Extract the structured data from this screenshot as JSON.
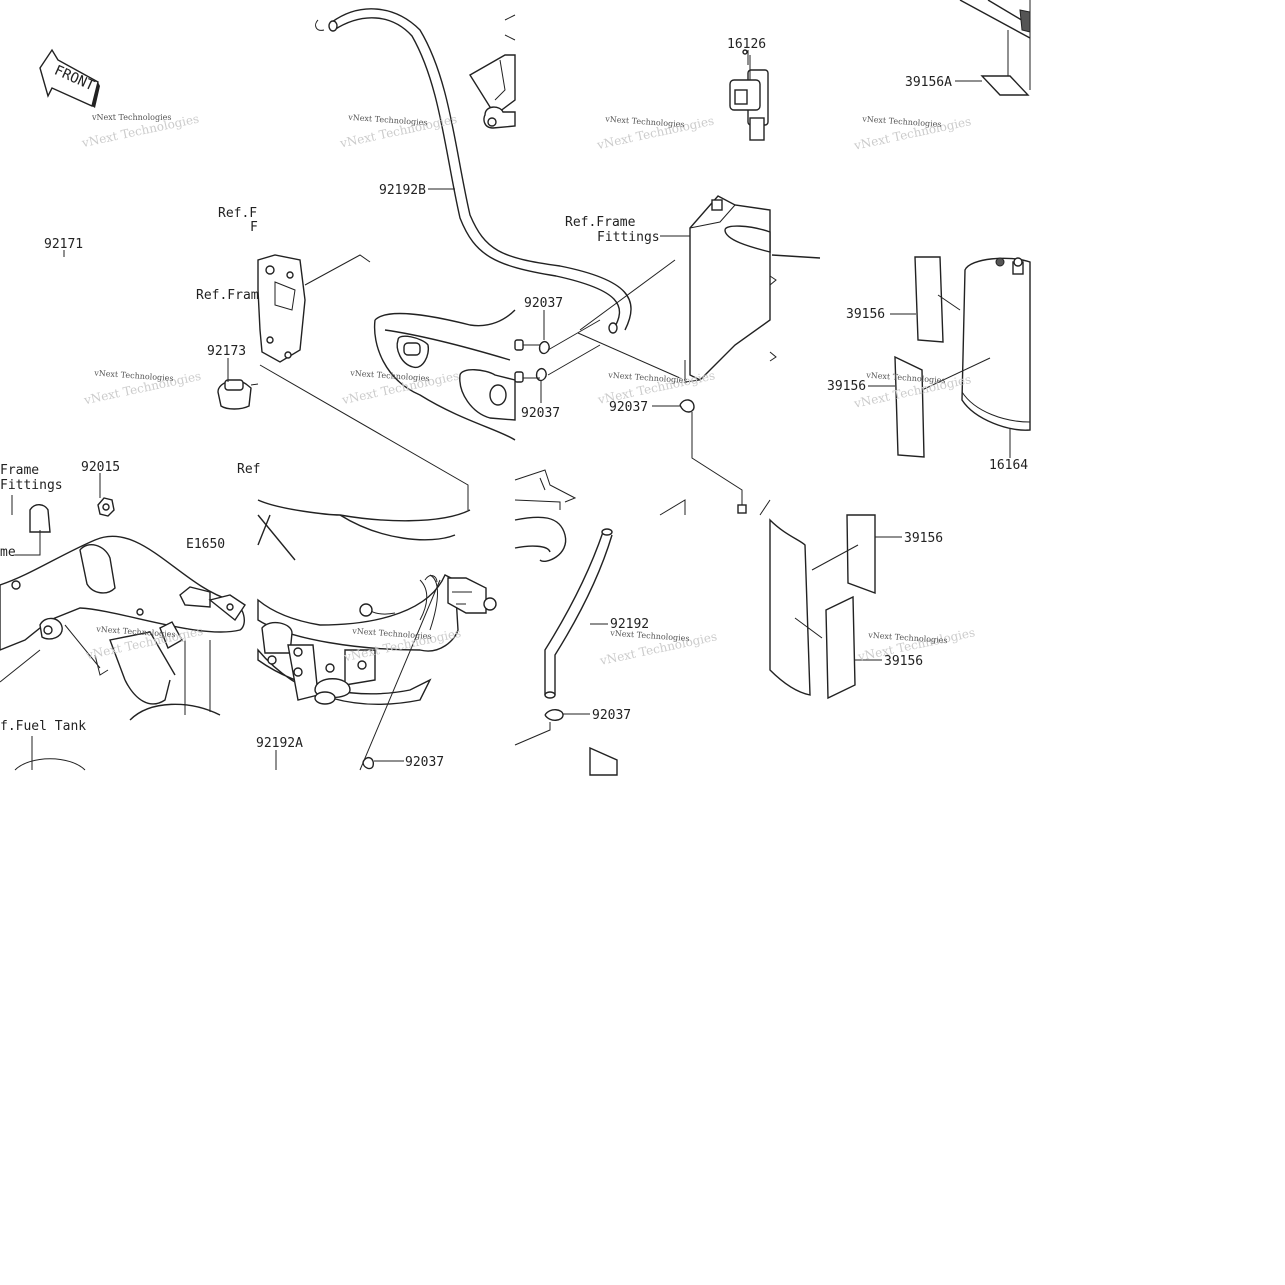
{
  "diagram": {
    "front_label": "FRONT",
    "watermark": "vNext Technologies",
    "part_labels": {
      "p16126": "16126",
      "p39156A": "39156A",
      "p92192B": "92192B",
      "p92171": "92171",
      "p92173": "92173",
      "p92037_a": "92037",
      "p92037_b": "92037",
      "p92037_c": "92037",
      "p92037_d": "92037",
      "p92037_e": "92037",
      "p39156_a": "39156",
      "p39156_b": "39156",
      "p39156_c": "39156",
      "p39156_d": "39156",
      "p16164": "16164",
      "p92015": "92015",
      "pE1650": "E1650",
      "p92192": "92192",
      "p92192A": "92192A"
    },
    "ref_labels": {
      "ref_frame_top": "Ref.F",
      "ref_frame_top2": "F",
      "ref_frame_mid": "Ref.Fram",
      "ref_frame_right_1": "Ref.Frame",
      "ref_frame_right_2": "Fittings",
      "ref_left_1": "Frame",
      "ref_left_2": "Fittings",
      "ref_left_3": "me",
      "ref_mid_cut": "Ref",
      "ref_fuel_tank": "f.Fuel Tank"
    }
  }
}
